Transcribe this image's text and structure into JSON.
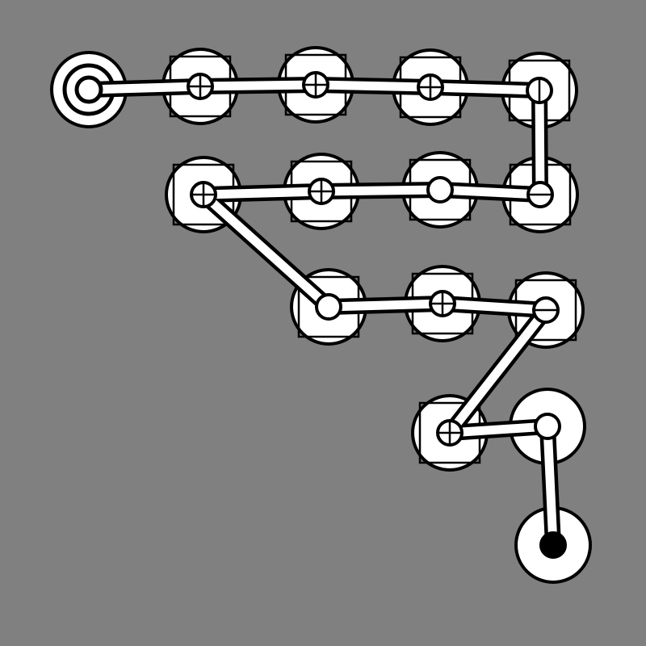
{
  "colors": {
    "background": "#808080",
    "fill": "#ffffff",
    "stroke": "#000000"
  },
  "nodes": [
    {
      "id": "n1",
      "type": "start",
      "name": "start-node"
    },
    {
      "id": "n2",
      "type": "plus",
      "name": "path-node"
    },
    {
      "id": "n3",
      "type": "plus",
      "name": "path-node"
    },
    {
      "id": "n4",
      "type": "plus",
      "name": "path-node"
    },
    {
      "id": "n5",
      "type": "vertical",
      "name": "path-node"
    },
    {
      "id": "n6",
      "type": "plus",
      "name": "path-node"
    },
    {
      "id": "n7",
      "type": "plus",
      "name": "path-node"
    },
    {
      "id": "n8",
      "type": "empty",
      "name": "path-node"
    },
    {
      "id": "n9",
      "type": "horizontal",
      "name": "path-node"
    },
    {
      "id": "n10",
      "type": "empty",
      "name": "path-node"
    },
    {
      "id": "n11",
      "type": "plus",
      "name": "path-node"
    },
    {
      "id": "n12",
      "type": "horizontal",
      "name": "path-node"
    },
    {
      "id": "n13",
      "type": "plus",
      "name": "path-node"
    },
    {
      "id": "n14",
      "type": "junction",
      "name": "junction-node"
    },
    {
      "id": "n15",
      "type": "end",
      "name": "goal-node"
    }
  ],
  "path_order": [
    "n1",
    "n2",
    "n3",
    "n4",
    "n5",
    "n9",
    "n8",
    "n7",
    "n6",
    "n10",
    "n11",
    "n12",
    "n13",
    "n14",
    "n15"
  ]
}
